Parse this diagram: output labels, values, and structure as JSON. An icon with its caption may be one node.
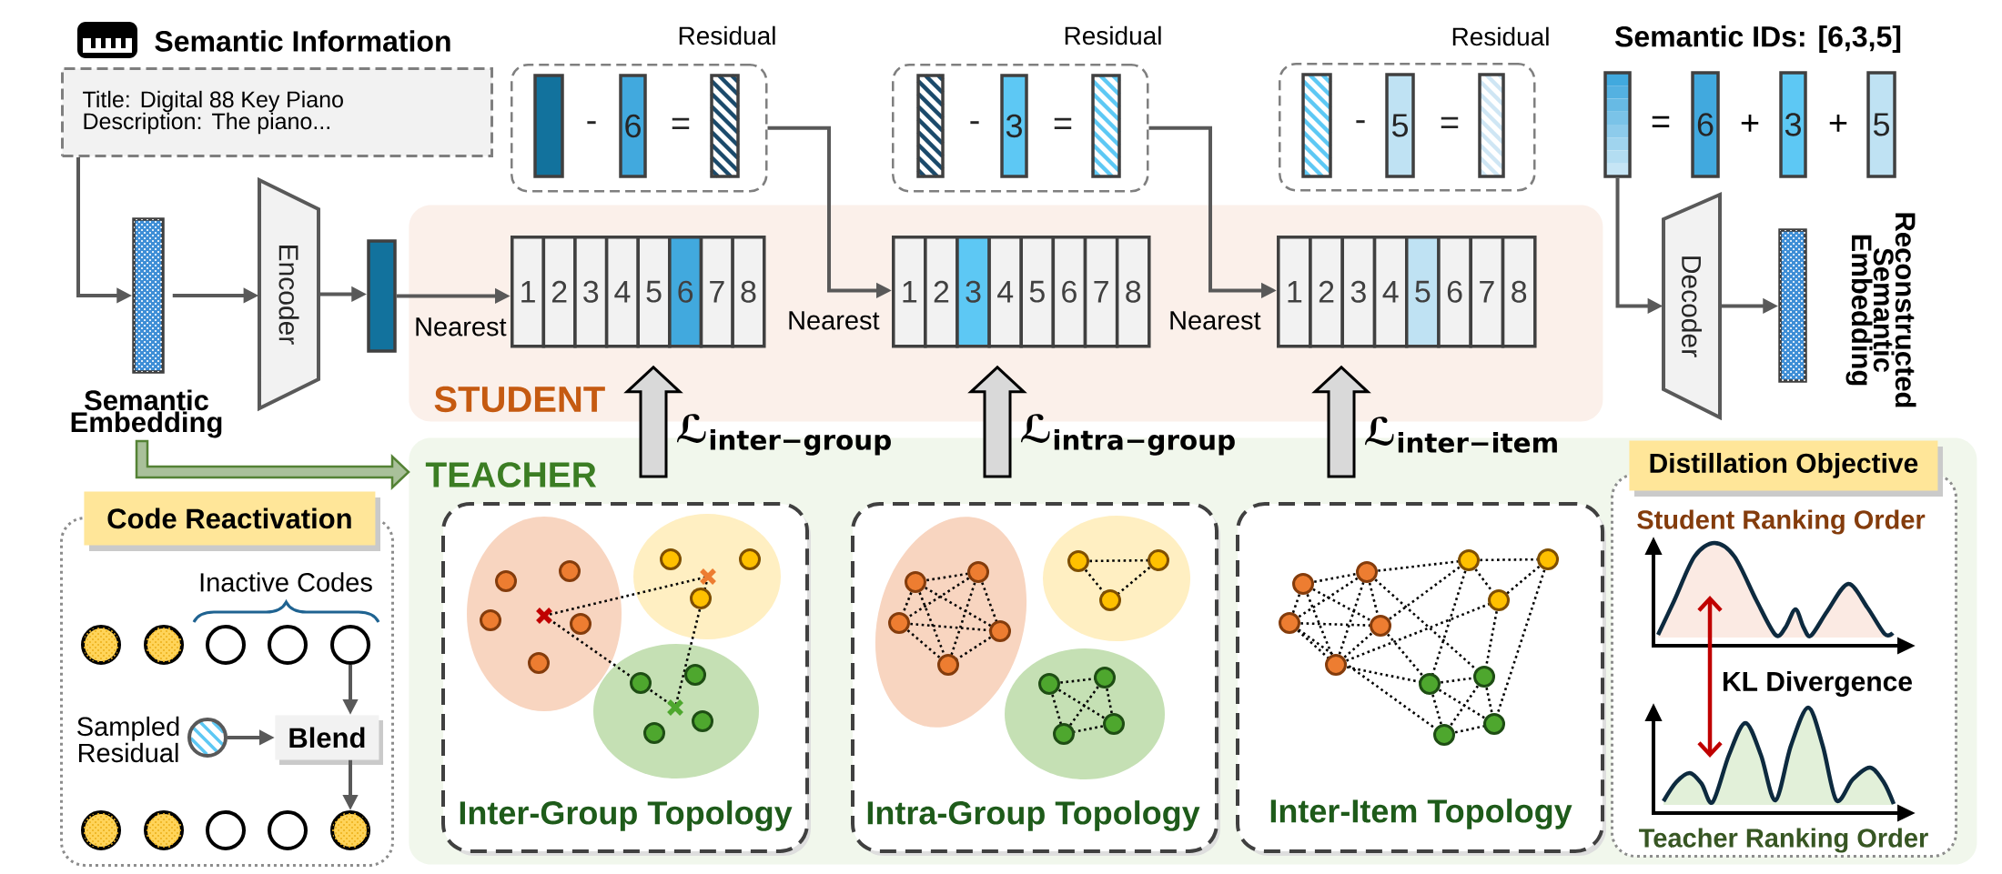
{
  "diagram": {
    "nodes": [
      {
        "text": [
          "Semantic Information",
          "Title: Digital 88 Key Piano",
          "Description: The piano..."
        ]
      },
      {
        "text": [
          "Residual",
          "-",
          "="
        ]
      },
      {
        "text": [],
        "shape": "bar",
        "in": 1
      },
      {
        "text": [
          "6"
        ],
        "in": 1
      },
      {
        "text": [],
        "shape": "bar",
        "in": 1
      },
      {
        "text": [
          "Residual",
          "-",
          "="
        ]
      },
      {
        "text": [],
        "shape": "bar",
        "in": 5
      },
      {
        "text": [
          "3"
        ],
        "in": 5
      },
      {
        "text": [],
        "shape": "bar",
        "in": 5
      },
      {
        "text": [
          "Residual",
          "-",
          "="
        ]
      },
      {
        "text": [],
        "shape": "bar",
        "in": 9
      },
      {
        "text": [
          "5"
        ],
        "in": 9
      },
      {
        "text": [],
        "shape": "bar",
        "in": 9
      },
      {
        "text": [],
        "shape": "bar"
      },
      {
        "text": [
          "6"
        ]
      },
      {
        "text": [
          "3"
        ]
      },
      {
        "text": [
          "5"
        ]
      },
      {
        "text": [],
        "shape": "bar",
        "beside": [
          "Semantic Embedding"
        ]
      },
      {
        "text": [
          "Encoder"
        ]
      },
      {
        "text": [],
        "shape": "bar"
      },
      {
        "text": [
          "STUDENT"
        ]
      },
      {
        "text": [
          "1",
          "2",
          "3",
          "4",
          "5",
          "6",
          "7",
          "8"
        ],
        "in": 20
      },
      {
        "text": [
          "1",
          "2",
          "3",
          "4",
          "5",
          "6",
          "7",
          "8"
        ],
        "in": 20
      },
      {
        "text": [
          "1",
          "2",
          "3",
          "4",
          "5",
          "6",
          "7",
          "8"
        ],
        "in": 20
      },
      {
        "text": [
          "Decoder"
        ]
      },
      {
        "text": [],
        "shape": "bar",
        "beside": [
          "Reconstructed Semantic Embedding"
        ]
      },
      {
        "text": [
          "TEACHER"
        ]
      },
      {
        "text": [
          "Code Reactivation",
          "Inactive Codes"
        ]
      },
      {
        "text": [],
        "shape": "circle",
        "in": 27
      },
      {
        "text": [],
        "shape": "circle",
        "in": 27
      },
      {
        "text": [],
        "shape": "circle",
        "in": 27
      },
      {
        "text": [],
        "shape": "circle",
        "in": 27
      },
      {
        "text": [],
        "shape": "circle",
        "in": 27
      },
      {
        "text": [],
        "shape": "circle",
        "in": 27,
        "beside": [
          "Sampled Residual"
        ]
      },
      {
        "text": [
          "Blend"
        ],
        "in": 27
      },
      {
        "text": [],
        "shape": "circle",
        "in": 27
      },
      {
        "text": [],
        "shape": "circle",
        "in": 27
      },
      {
        "text": [],
        "shape": "circle",
        "in": 27
      },
      {
        "text": [],
        "shape": "circle",
        "in": 27
      },
      {
        "text": [],
        "shape": "circle",
        "in": 27
      },
      {
        "text": [
          "Inter-Group Topology"
        ],
        "in": 26
      },
      {
        "text": [
          "Intra-Group Topology"
        ],
        "in": 26
      },
      {
        "text": [
          "Inter-Item Topology"
        ],
        "in": 26
      },
      {
        "text": [
          "Distillation Objective",
          "Student Ranking Order",
          "KL Divergence",
          "Teacher Ranking Order"
        ],
        "in": 26
      }
    ],
    "edges": [
      {
        "from": 0,
        "to": 17,
        "arrow": "to"
      },
      {
        "from": 17,
        "to": 18,
        "arrow": "to"
      },
      {
        "from": 18,
        "to": 19,
        "arrow": "to"
      },
      {
        "from": 19,
        "to": 21,
        "arrow": "to",
        "label": "Nearest"
      },
      {
        "from": 1,
        "to": 22,
        "arrow": "to",
        "label": "Nearest"
      },
      {
        "from": 5,
        "to": 23,
        "arrow": "to",
        "label": "Nearest"
      },
      {
        "from": 13,
        "to": 24,
        "arrow": "to"
      },
      {
        "from": 24,
        "to": 25,
        "arrow": "to"
      },
      {
        "from": 32,
        "to": 34,
        "arrow": "to"
      },
      {
        "from": 33,
        "to": 34,
        "arrow": "to"
      },
      {
        "from": 34,
        "to": 39,
        "arrow": "to"
      },
      {
        "from": 17,
        "to": 26,
        "arrow": "to",
        "style": "thick",
        "color": "#548235"
      },
      {
        "from": 40,
        "to": 21,
        "arrow": "to",
        "label": "ℒ$_{inter−group}$",
        "style": "thick",
        "color": "#000000"
      },
      {
        "from": 41,
        "to": 22,
        "arrow": "to",
        "label": "ℒ$_{intra−group}$",
        "style": "thick",
        "color": "#000000"
      },
      {
        "from": 42,
        "to": 23,
        "arrow": "to",
        "label": "ℒ$_{inter−item}$",
        "style": "thick",
        "color": "#000000"
      }
    ],
    "labels": [
      "Semantic IDs: [6,3,5]",
      "=",
      "+",
      "+"
    ]
  }
}
